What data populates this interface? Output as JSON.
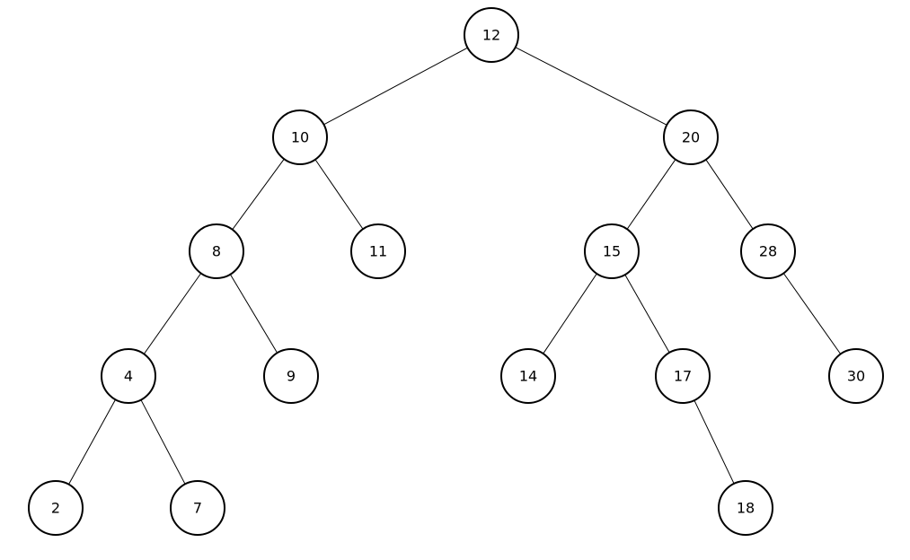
{
  "tree": {
    "nodes": [
      {
        "id": "n12",
        "value": "12"
      },
      {
        "id": "n10",
        "value": "10"
      },
      {
        "id": "n20",
        "value": "20"
      },
      {
        "id": "n8",
        "value": "8"
      },
      {
        "id": "n11",
        "value": "11"
      },
      {
        "id": "n15",
        "value": "15"
      },
      {
        "id": "n28",
        "value": "28"
      },
      {
        "id": "n4",
        "value": "4"
      },
      {
        "id": "n9",
        "value": "9"
      },
      {
        "id": "n14",
        "value": "14"
      },
      {
        "id": "n17",
        "value": "17"
      },
      {
        "id": "n30",
        "value": "30"
      },
      {
        "id": "n2",
        "value": "2"
      },
      {
        "id": "n7",
        "value": "7"
      },
      {
        "id": "n18",
        "value": "18"
      }
    ],
    "edges": [
      {
        "from": "n12",
        "to": "n10"
      },
      {
        "from": "n12",
        "to": "n20"
      },
      {
        "from": "n10",
        "to": "n8"
      },
      {
        "from": "n10",
        "to": "n11"
      },
      {
        "from": "n20",
        "to": "n15"
      },
      {
        "from": "n20",
        "to": "n28"
      },
      {
        "from": "n8",
        "to": "n4"
      },
      {
        "from": "n8",
        "to": "n9"
      },
      {
        "from": "n15",
        "to": "n14"
      },
      {
        "from": "n15",
        "to": "n17"
      },
      {
        "from": "n28",
        "to": "n30"
      },
      {
        "from": "n4",
        "to": "n2"
      },
      {
        "from": "n4",
        "to": "n7"
      },
      {
        "from": "n17",
        "to": "n18"
      }
    ]
  }
}
